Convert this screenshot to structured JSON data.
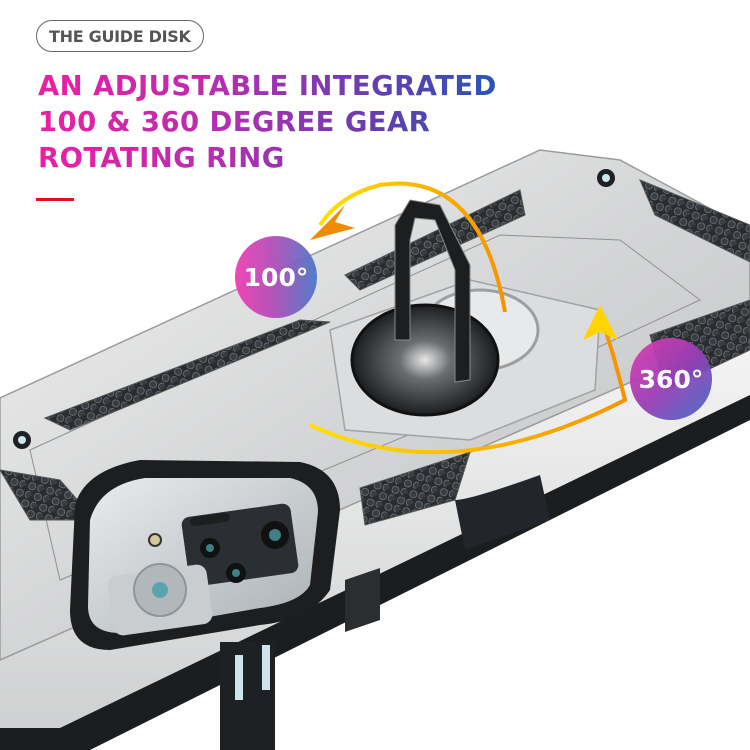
{
  "tag": {
    "label": "THE GUIDE DISK"
  },
  "headline": {
    "lines": [
      "AN ADJUSTABLE INTEGRATED",
      "100 & 360 DEGREE GEAR",
      "ROTATING RING"
    ],
    "gradient": [
      "#ec1fa2",
      "#2256b7"
    ]
  },
  "accent": {
    "red_bar": "#e0131b"
  },
  "badges": {
    "left": {
      "label": "100°"
    },
    "right": {
      "label": "360°"
    }
  },
  "product": {
    "description": "Silver rugged phone case with black honeycomb grip panels and rotating ring kickstand",
    "case_color": "#d9dadb",
    "ring_color": "#1c1e20",
    "arrow_colors": [
      "#ffd400",
      "#f28a00"
    ]
  }
}
